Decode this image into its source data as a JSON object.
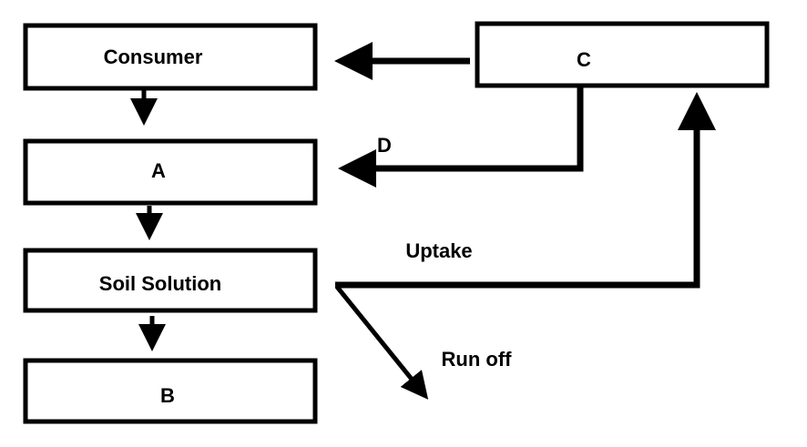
{
  "nodes": {
    "consumer": "Consumer",
    "c": "C",
    "a": "A",
    "soil_solution": "Soil Solution",
    "b": "B"
  },
  "edges": {
    "d": "D",
    "uptake": "Uptake",
    "run_off": "Run off"
  },
  "colors": {
    "stroke": "#000000",
    "background": "#ffffff"
  }
}
